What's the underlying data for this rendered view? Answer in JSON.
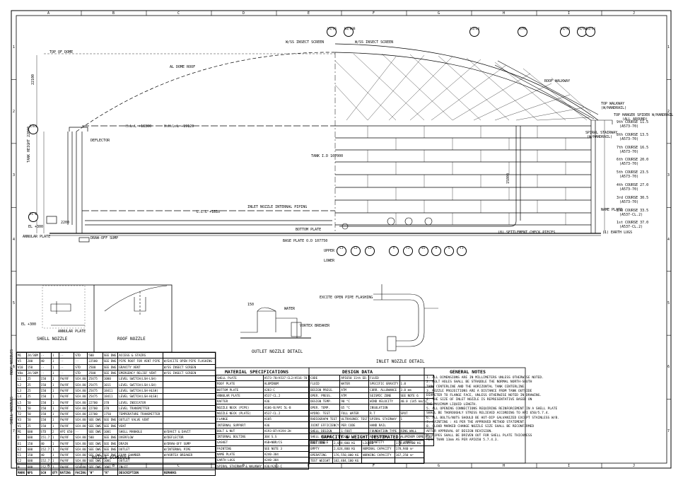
{
  "sheet": {
    "grid_cols": [
      "A",
      "B",
      "C",
      "D",
      "E",
      "F",
      "G",
      "H",
      "I",
      "J"
    ],
    "grid_rows": [
      "1",
      "2",
      "3",
      "4",
      "5",
      "6",
      "7"
    ]
  },
  "elevation": {
    "labels": {
      "top_of_dome": "TOP OF DOME",
      "al_dome_roof": "AL DOME ROOF",
      "deflector": "DEFLECTOR",
      "hll": "H.L.L +18800",
      "hhll": "H.H.L.L +19120",
      "tank_id": "TANK I.D 107000",
      "shell_height": "TANK HEIGHT 22000",
      "lll": "L.L.L +1810",
      "inlet_pipe": "INLET NOZZLE INTERNAL PIPING",
      "bottom_plate": "BOTTOM PLATE",
      "base_plate_od": "BASE PLATE O.D 107750",
      "drawoff_sump": "DRAW-OFF SUMP",
      "annular_plate": "ANNULAR PLATE",
      "el": "EL +300",
      "screen_a": "W/SS INSECT SCREEN",
      "screen_b": "W/SS INSECT SCREEN",
      "roof_walkway": "ROOF WALKWAY",
      "top_walkway": "TOP WALKWAY",
      "handrail": "(W/HANDRAIL)",
      "spiral_stair": "TOP HANGER SPIDER W/HANDRAIL",
      "all_around": "(ALL AROUND)",
      "spiral_stairway": "SPIRAL STAIRWAY",
      "spiral_handrail": "(W/HANDRAIL)",
      "name_plate": "NAME PLATE",
      "earth_lugs": "(1) EARTH LUGS",
      "settlement": "(8) SETTLEMENT CHECK PIECES",
      "dim_22100": "22100",
      "dim_2200": "2200",
      "dim_15800": "15800",
      "upper": "UPPER",
      "lower": "LOWER"
    },
    "courses": [
      {
        "name": "9th COURSE 11.5",
        "spec": "(A573-70)"
      },
      {
        "name": "8th COURSE 13.5",
        "spec": "(A573-70)"
      },
      {
        "name": "7th COURSE 16.5",
        "spec": "(A573-70)"
      },
      {
        "name": "6th COURSE 20.0",
        "spec": "(A573-70)"
      },
      {
        "name": "5th COURSE 23.5",
        "spec": "(A573-70)"
      },
      {
        "name": "4th COURSE 27.0",
        "spec": "(A573-70)"
      },
      {
        "name": "3rd COURSE 30.5",
        "spec": "(A573-70)"
      },
      {
        "name": "2nd COURSE 33.5",
        "spec": "(A537-CL.2)"
      },
      {
        "name": "1st COURSE 37.0",
        "spec": "(A537-CL.2)"
      }
    ],
    "bubbles_top": [
      "V5/V6",
      "N3/N3B",
      "L3/L4",
      "A/M1",
      "V1/V2",
      "C1/C2",
      "C3/C4"
    ],
    "bubbles_left": [
      "E/E1",
      "E1-E"
    ],
    "bubbles_bottom": [
      "L1",
      "L2",
      "L5",
      "A",
      "T2",
      "B1",
      "D",
      "S",
      "T1"
    ]
  },
  "details": {
    "shell_nozzle": "SHELL NOZZLE",
    "roof_nozzle": "ROOF NOZZLE",
    "outlet_detail": "OUTLET NOZZLE DETAIL",
    "inlet_detail": "INLET NOZZLE DETAIL",
    "vortex_breaker": "VORTEX BREAKER",
    "water": "WATER",
    "exit_pipe": "EXCITE OPEN PIPE FLASHING",
    "dim_150": "150",
    "el_300": "EL +300",
    "annular_plate": "ANNULAR PLATE"
  },
  "nozzle_schedule": {
    "title": "NOZZLE SCHEDULE",
    "side_label_1": "ROOF NOZZLES",
    "side_label_2": "SHELL NOZZLES",
    "headers": [
      "MARK",
      "NPS",
      "SCH",
      "QTY",
      "RATING",
      "FACING",
      "\"H\"",
      "\"R\"",
      "DESCRIPTION",
      "REMARKS"
    ],
    "rows": [
      [
        "M1",
        "24/36M",
        "--",
        "1",
        "--",
        "STD",
        "500",
        "SEE DWG",
        "ACCESS & STAIRS",
        ""
      ],
      [
        "V5",
        "200",
        "40",
        "1",
        "--",
        "--",
        "22500",
        "SEE DWG",
        "PIPE ROOF FOR VENT PIPE",
        "W/EXCITE OPEN PIPE FLASHING"
      ],
      [
        "V10",
        "150",
        "--",
        "1",
        "--",
        "STD",
        "2500",
        "SEE DWG",
        "GRAVITY VENT",
        "W/SS INSECT SCREEN"
      ],
      [
        "V8a",
        "24/36M",
        "--",
        "1",
        "--",
        "STD",
        "2500",
        "SEE DWG",
        "EMERGENCY RELIEF VENT",
        "W/SS INSECT SCREEN"
      ],
      [
        "L1",
        "25",
        "150",
        "1",
        "FW/RF",
        "SCH.80",
        "25475",
        "1000",
        "LEVEL SWITCH(LSH-LSH)",
        ""
      ],
      [
        "L2",
        "25",
        "150",
        "1",
        "FW/RF",
        "SCH.80",
        "25475",
        "1011",
        "LEVEL SWITCH(LSH-LSH)",
        ""
      ],
      [
        "L3",
        "25",
        "150",
        "1",
        "FW/RF",
        "SCH.80",
        "25475",
        "18411",
        "LEVEL SWITCH(LSH-HLSH)",
        ""
      ],
      [
        "L4",
        "25",
        "150",
        "1",
        "FW/RF",
        "SCH.80",
        "25475",
        "18411",
        "LEVEL SWITCH(LSH-HLSH)",
        ""
      ],
      [
        "L5",
        "50",
        "150",
        "1",
        "FW/RF",
        "SCH.80",
        "22700",
        "378",
        "LEVEL INDICATOR",
        ""
      ],
      [
        "T1",
        "50",
        "150",
        "1",
        "FW/RF",
        "SCH.80",
        "22700",
        "378",
        "LEVEL TRANSMITTER",
        ""
      ],
      [
        "T2",
        "50",
        "150",
        "1",
        "FW/RF",
        "SCH.80",
        "22700",
        "1750",
        "TEMPERATURE TRANSMITTER",
        ""
      ],
      [
        "V3",
        "50",
        "150",
        "1",
        "FW/RF",
        "SCH.80",
        "SEE DWG",
        "SEE DWG",
        "OUTLET VALVE VENT",
        ""
      ],
      [
        "V1",
        "25",
        "150",
        "1",
        "FW/RF",
        "SCH.80",
        "SEE DWG",
        "SEE DWG",
        "VENT",
        ""
      ],
      [
        "M1",
        "600",
        "STD",
        "2",
        "API 650",
        "--",
        "SEE DWG",
        "1001",
        "SHELL MANHOLE",
        "W/DAVIT & DAVIT"
      ],
      [
        "D",
        "600",
        "151.7",
        "1",
        "FW/RF",
        "SCH.80",
        "500",
        "SEE DWG",
        "OVERFLOW",
        "W/DEFLECTOR"
      ],
      [
        "E1",
        "150",
        "40",
        "1",
        "FW/RF",
        "SCH.80",
        "SEE DWG",
        "SEE DWG",
        "DRAIN",
        "W/DRAW-OFF SUMP"
      ],
      [
        "E2",
        "600",
        "152.7",
        "1",
        "FW/RF",
        "SCH.80",
        "SEE DWG",
        "SEE DWG",
        "OUTLET",
        "W/INTERNAL PIPE"
      ],
      [
        "C1",
        "150",
        "40",
        "1",
        "FW/RF",
        "SCH.80",
        "SEE DWG",
        "SEE DWG",
        "FOAM CHAMBER",
        "W/VORTEX BREAKER"
      ],
      [
        "C2",
        "600",
        "152.7",
        "1",
        "FW/RF",
        "SCH.80",
        "SEE DWG",
        "1001",
        "OUTLET",
        ""
      ],
      [
        "N",
        "600",
        "152.7",
        "1",
        "FW/RF",
        "SCH.80",
        "SEE DWG",
        "1001",
        "INLET",
        ""
      ]
    ]
  },
  "material_specs": {
    "title": "MATERIAL SPECIFICATIONS",
    "rows": [
      [
        "SHELL PLATE",
        "A573-70/A537-CL2/A516-70"
      ],
      [
        "ROOF PLATE",
        "ALUMINUM"
      ],
      [
        "BOTTOM PLATE",
        "A283-C"
      ],
      [
        "ANNULAR PLATE",
        "A537-CL.2"
      ],
      [
        "RAFTER",
        "A36"
      ],
      [
        "NOZZLE NECK (PIPE)",
        "A106-B/API 5L-B"
      ],
      [
        "NOZZLE NECK (PLATE)",
        "A537-CL.2"
      ],
      [
        "FLANGE",
        "A105"
      ],
      [
        "INTERNAL SUPPORT",
        "A36"
      ],
      [
        "BOLT & NUT",
        "A193-B7/A194-2H"
      ],
      [
        "INTERNAL BOLTING",
        "304 S.S"
      ],
      [
        "GASKET",
        "ASB+NBR/CS"
      ],
      [
        "PAINTING",
        "SEE NOTE 3"
      ],
      [
        "NAME PLATE",
        "A240-304"
      ],
      [
        "EARTH LUGS",
        "A240-304"
      ],
      [
        "SPIRAL STAIRWAY & WALKWAY",
        "A36/A283-C"
      ]
    ]
  },
  "design_data": {
    "title": "DESIGN DATA",
    "rows": [
      [
        "CODE",
        "API650 11th ED.",
        "FLUID",
        ""
      ],
      [
        "FLUID",
        "WATER",
        "SPECIFIC GRAVITY",
        "1.0"
      ],
      [
        "DESIGN PRESS.",
        "ATM",
        "CORR. ALLOWANCE",
        "3.0 mm"
      ],
      [
        "OPER. PRESS.",
        "ATM",
        "SEISMIC ZONE",
        "SEE NOTE 6"
      ],
      [
        "DESIGN TEMP.",
        "90 °C",
        "WIND VELOCITY",
        "40.0 (145 km/h)"
      ],
      [
        "OPER. TEMP.",
        "65 °C",
        "INSULATION",
        ""
      ],
      [
        "HYDRO. TEST",
        "FULL WATER",
        "R.T",
        "SPOT"
      ],
      [
        "RADIOGRAPH TEST",
        "ULTRASONIC TEST",
        "SPIRAL STAIRWAY",
        "1"
      ],
      [
        "JOINT EFFICIENCY",
        "PER CODE",
        "HAND RAIL",
        ""
      ],
      [
        "SHELL DESIGN",
        "1-FOOT",
        "FOUNDATION TYPE",
        "RING WALL"
      ],
      [
        "SHELL HEIGHT",
        "22000",
        "ROOF TYPE",
        "ALUMINUM DOME ROOF"
      ],
      [
        "ROOF ANGLE",
        "--",
        "QUANTITY",
        "1 (ONE)"
      ]
    ]
  },
  "capacity": {
    "title": "CAPACITY & WEIGHT (ESTIMATED)",
    "rows": [
      [
        "ERECTION",
        "2,024,800 KG",
        "LIQUID",
        "178,073,700 KG"
      ],
      [
        "EMPTY",
        "2,024,800 KG",
        "NOMINAL CAPACITY",
        "178,940 m³"
      ],
      [
        "OPERATING",
        "176,550,000 KG",
        "WORKING CAPACITY",
        "167,250 m³"
      ],
      [
        "TEST WEIGHT",
        "182,484,100 KG",
        "",
        ""
      ]
    ]
  },
  "general_notes": {
    "title": "GENERAL NOTES",
    "lines": [
      "1. ALL DIMENSIONS ARE IN MILLIMETERS UNLESS OTHERWISE NOTED.",
      "2. BOLT HOLES SHALL BE STRADDLE THE NORMAL NORTH-SOUTH",
      "   TANK CENTERLINE AND THE HORIZONTAL TANK CENTERLINE.",
      "3. NOZZLE PROJECTIONS ARE A DISTANCE FROM TANK OUTSIDE",
      "   DIAMETER TO FLANGE FACE, UNLESS OTHERWISE NOTED IN DRAWING.",
      "4. THE SIZE OF INLET NOZZLE IS REPRESENTATIVE BASED ON",
      "   THE MAXIMUM LIQUID LENGTH.",
      "5. ALL OPENING CONNECTIONS REQUIRING REINFORCEMENT IN A SHELL PLATE",
      "   SHALL BE THOROUGHLY STRESS RELIEVED ACCORDING TO API 650/5.7.4.",
      "6. ALL BOLTS/NUTS SHOULD BE HOT-DIP GALVANIZED EXCEPT STAINLESS W/B.",
      "7. PAINTING : AS PER THE APPROVED METHOD STATEMENT.",
      "8. CLOUD MARKED CHANGE NOZZLE SIZE SHALL BE RECONFIRMED",
      "   AFTER APPROVAL OF DESIGN REVISION.",
      "9. PIPES SHALL BE DRIVEN OUT FOR SHELL PLATE THICKNESS",
      "   MORE THAN 13mm AS PER API650 5.7.4.3."
    ]
  }
}
